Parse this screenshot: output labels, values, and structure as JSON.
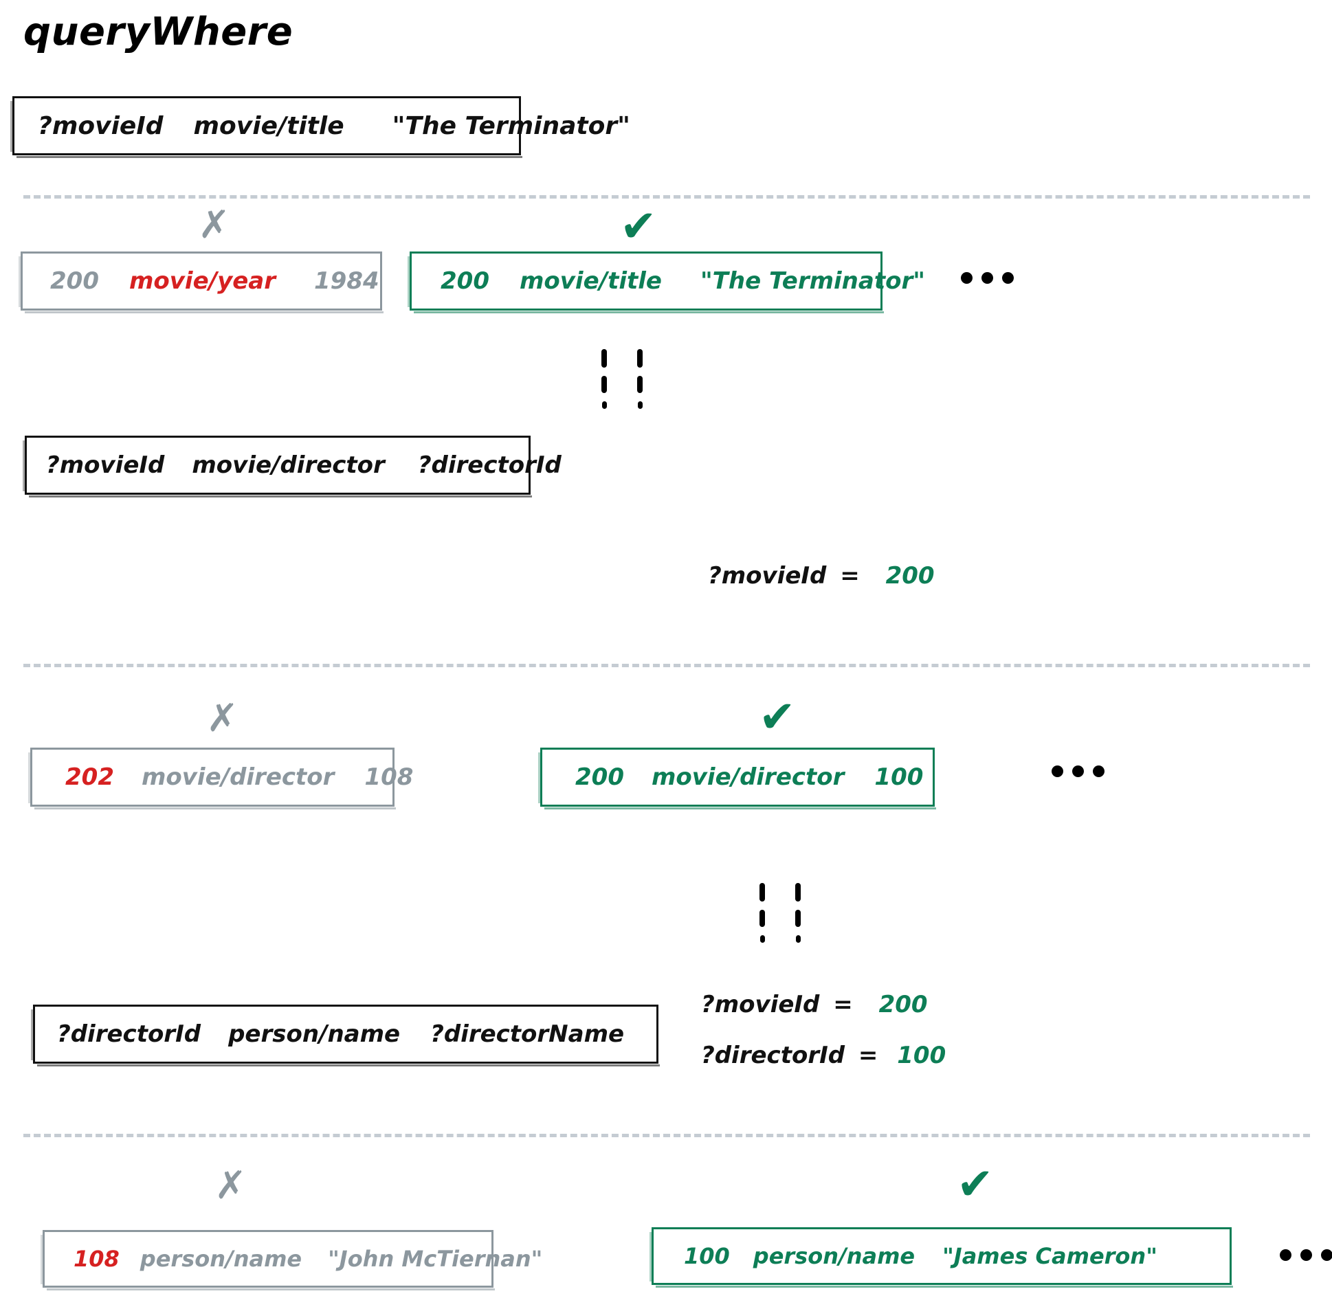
{
  "title": "queryWhere",
  "colors": {
    "ink": "#111111",
    "gray": "#8c979e",
    "green": "#0d7e56",
    "red": "#d62121",
    "divider": "#c5ccd3"
  },
  "markers": {
    "cross": "✗",
    "check": "✔"
  },
  "sections": [
    {
      "id": "clause-1",
      "pattern": {
        "entity": "?movieId",
        "attribute": "movie/title",
        "value": "\"The Terminator\""
      },
      "nonmatch": {
        "entity": "200",
        "attribute": "movie/year",
        "value": "1984",
        "highlight": "attribute"
      },
      "match": {
        "entity": "200",
        "attribute": "movie/title",
        "value": "\"The Terminator\""
      },
      "bindings": []
    },
    {
      "id": "clause-2",
      "pattern": {
        "entity": "?movieId",
        "attribute": "movie/director",
        "value": "?directorId"
      },
      "nonmatch": {
        "entity": "202",
        "attribute": "movie/director",
        "value": "108",
        "highlight": "entity"
      },
      "match": {
        "entity": "200",
        "attribute": "movie/director",
        "value": "100"
      },
      "bindings": [
        {
          "name": "?movieId",
          "op": "=",
          "value": "200"
        }
      ]
    },
    {
      "id": "clause-3",
      "pattern": {
        "entity": "?directorId",
        "attribute": "person/name",
        "value": "?directorName"
      },
      "nonmatch": {
        "entity": "108",
        "attribute": "person/name",
        "value": "\"John McTiernan\"",
        "highlight": "entity"
      },
      "match": {
        "entity": "100",
        "attribute": "person/name",
        "value": "\"James Cameron\""
      },
      "bindings": [
        {
          "name": "?movieId",
          "op": "=",
          "value": "200"
        },
        {
          "name": "?directorId",
          "op": "=",
          "value": "100"
        }
      ]
    }
  ]
}
